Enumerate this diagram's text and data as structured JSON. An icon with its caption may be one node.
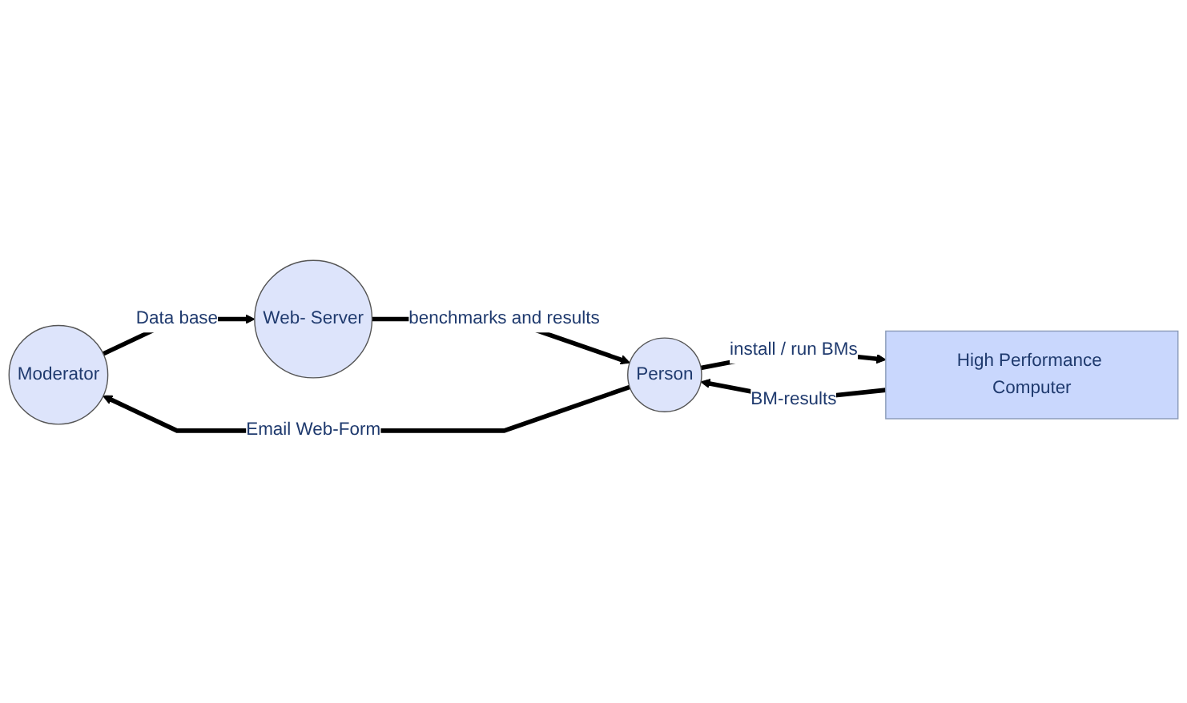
{
  "diagram": {
    "nodes": [
      {
        "text": [
          "Moderator"
        ]
      },
      {
        "text": [
          "Web- Server"
        ]
      },
      {
        "text": [
          "Person"
        ]
      },
      {
        "text": [
          "High Performance Computer"
        ]
      }
    ],
    "edges": [
      {
        "from": 0,
        "to": 1,
        "arrow": "to",
        "label": "Data base"
      },
      {
        "from": 1,
        "to": 2,
        "arrow": "to",
        "label": "benchmarks and results"
      },
      {
        "from": 2,
        "to": 3,
        "arrow": "to",
        "label": "install / run BMs"
      },
      {
        "from": 3,
        "to": 2,
        "arrow": "to",
        "label": "BM-results"
      },
      {
        "from": 2,
        "to": 0,
        "arrow": "to",
        "label": "Email Web-Form"
      }
    ]
  }
}
